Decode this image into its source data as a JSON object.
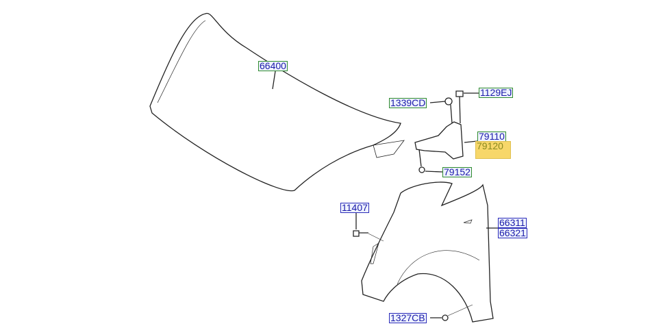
{
  "parts": {
    "hood": "66400",
    "hood_bolt": "1129EJ",
    "hood_nut": "1339CD",
    "hinge_lh": "79110",
    "hinge_rh": "79120",
    "hinge_bolt": "79152",
    "fender_bolt": "11407",
    "fender_lh": "66311",
    "fender_rh": "66321",
    "fender_clip": "1327CB"
  },
  "highlighted_part": "79120",
  "colors": {
    "label_text": "#1a1aa8",
    "highlight": "#f7d76a",
    "green_border": "#2e8b2e",
    "blue_border": "#2a2ab8"
  }
}
